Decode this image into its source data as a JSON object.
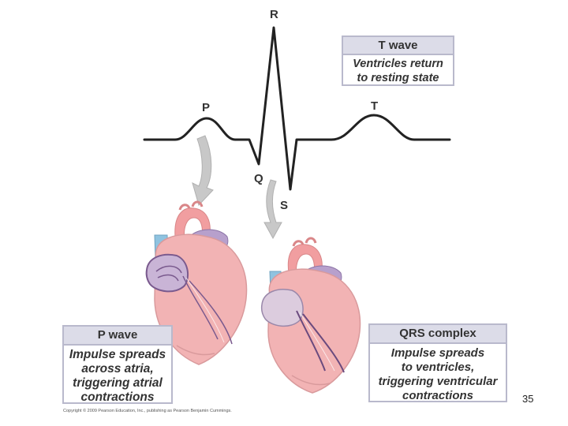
{
  "ecg": {
    "labels": {
      "p": "P",
      "q": "Q",
      "r": "R",
      "s": "S",
      "t": "T"
    }
  },
  "t_wave_box": {
    "title": "T wave",
    "lines": [
      "Ventricles return",
      "to resting state"
    ]
  },
  "p_wave_box": {
    "title": "P wave",
    "lines": [
      "Impulse spreads",
      "across atria,",
      "triggering atrial",
      "contractions"
    ]
  },
  "qrs_box": {
    "title": "QRS complex",
    "lines": [
      "Impulse spreads",
      "to ventricles,",
      "triggering ventricular",
      "contractions"
    ]
  },
  "copyright": "Copyright © 2009 Pearson Education, Inc., publishing as Pearson Benjamin Cummings.",
  "slide_number": "35",
  "colors": {
    "heart": "#f2b3b4",
    "heart_shadow": "#e89a9c",
    "aorta": "#f19ea0",
    "vein_blue": "#8fc3e0",
    "conduction_purple": "#7a5a8e",
    "atria_lilac": "#c9b4d6",
    "arrow_gray": "#c8c8c8",
    "box_header": "#dcdce8",
    "box_border": "#b9b9cc",
    "ecg_line": "#222222"
  }
}
